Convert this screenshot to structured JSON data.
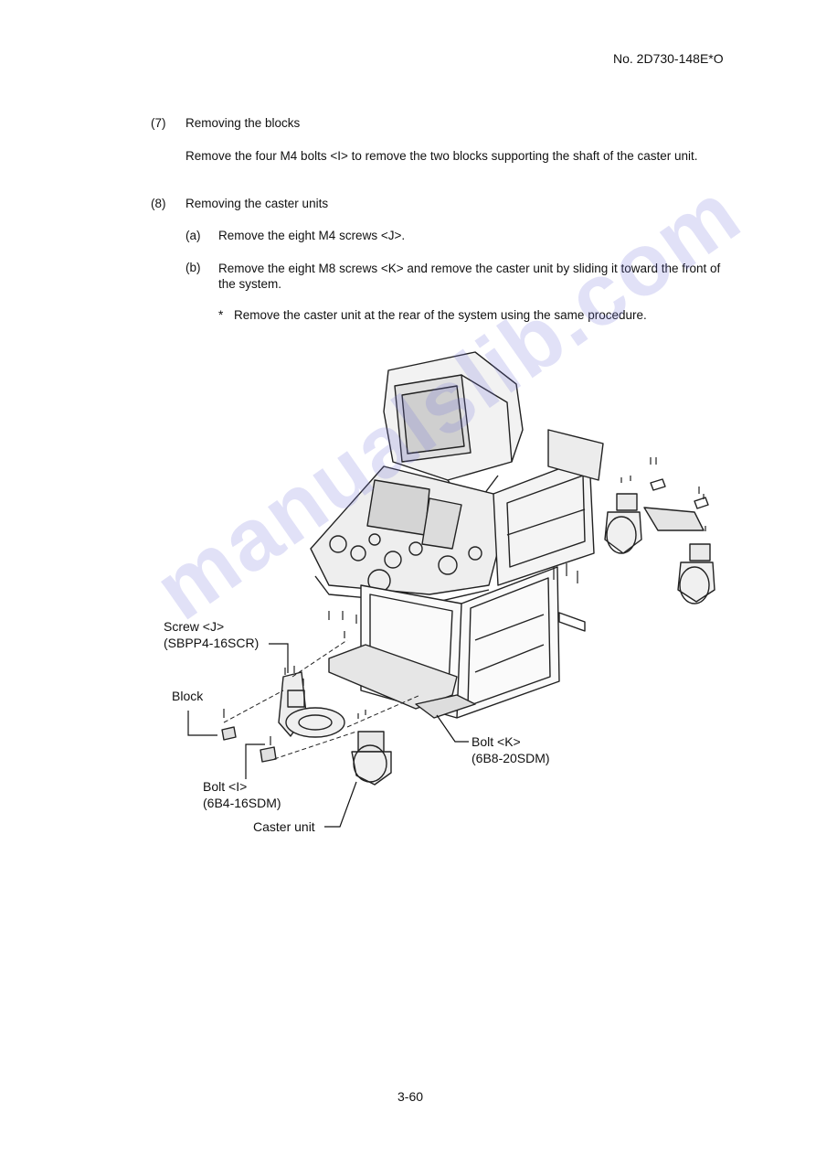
{
  "header": {
    "doc_number": "No. 2D730-148E*O"
  },
  "sections": [
    {
      "number": "(7)",
      "title": "Removing the blocks",
      "body": "Remove the four M4 bolts <I> to remove the two blocks supporting the shaft of the caster unit."
    },
    {
      "number": "(8)",
      "title": "Removing the caster units",
      "steps": [
        {
          "label": "(a)",
          "text": "Remove the eight M4 screws <J>."
        },
        {
          "label": "(b)",
          "text": "Remove the eight M8 screws <K> and remove the caster unit by sliding it toward the front of the system."
        }
      ],
      "note_bullet": "*",
      "note": "Remove the caster unit at the rear of the system using the same procedure."
    }
  ],
  "figure": {
    "callouts": {
      "screw_j": "Screw <J>",
      "screw_j_part": "(SBPP4-16SCR)",
      "block": "Block",
      "bolt_i": "Bolt <I>",
      "bolt_i_part": "(6B4-16SDM)",
      "caster_unit": "Caster unit",
      "bolt_k": "Bolt <K>",
      "bolt_k_part": "(6B8-20SDM)"
    }
  },
  "watermark": "manualslib.com",
  "footer": {
    "page_number": "3-60"
  }
}
